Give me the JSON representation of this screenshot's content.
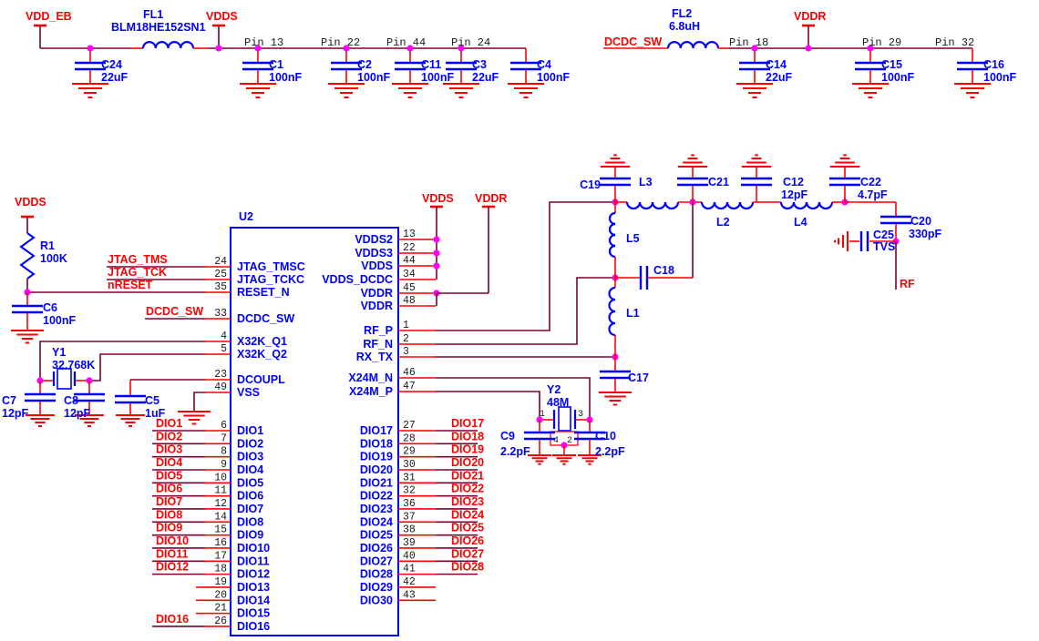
{
  "colors": {
    "wire": "#7A0033",
    "stub": "#FF0000",
    "symbol": "#0000FF",
    "junction": "#FF00FF",
    "text_net": "#FF0000",
    "text_component": "#0000FF",
    "text_pin": "#1a1a1a",
    "background": "#FFFFFF"
  },
  "nets": {
    "vdd_eb": "VDD_EB",
    "vdds_top": "VDDS",
    "dcdc_sw": "DCDC_SW",
    "vddr_top": "VDDR",
    "vdds_r1": "VDDS",
    "vdds_u2": "VDDS",
    "vddr_u2": "VDDR",
    "rf": "RF",
    "jtag_tms": "JTAG_TMS",
    "jtag_tck": "JTAG_TCK",
    "nreset": "nRESET",
    "dcdc_sw_pin": "DCDC_SW"
  },
  "rails": {
    "left": {
      "pins": [
        "",
        "Pin 13",
        "Pin 22",
        "Pin 44",
        "Pin 24",
        ""
      ],
      "caps": [
        {
          "ref": "C24",
          "value": "22uF"
        },
        {
          "ref": "C1",
          "value": "100nF"
        },
        {
          "ref": "C2",
          "value": "100nF"
        },
        {
          "ref": "C11",
          "value": "100nF"
        },
        {
          "ref": "C3",
          "value": "22uF"
        },
        {
          "ref": "C4",
          "value": "100nF"
        }
      ],
      "ferrite": {
        "ref": "FL1",
        "value": "BLM18HE152SN1"
      }
    },
    "right": {
      "pins": [
        "Pin 18",
        "Pin 29",
        "Pin 32"
      ],
      "caps": [
        {
          "ref": "C14",
          "value": "22uF"
        },
        {
          "ref": "C15",
          "value": "100nF"
        },
        {
          "ref": "C16",
          "value": "100nF"
        }
      ],
      "ferrite": {
        "ref": "FL2",
        "value": "6.8uH"
      }
    }
  },
  "u2": {
    "ref": "U2",
    "left_pins": [
      {
        "num": "24",
        "name": "JTAG_TMSC"
      },
      {
        "num": "25",
        "name": "JTAG_TCKC"
      },
      {
        "num": "35",
        "name": "RESET_N"
      },
      {
        "num": "33",
        "name": "DCDC_SW"
      },
      {
        "num": "4",
        "name": "X32K_Q1"
      },
      {
        "num": "5",
        "name": "X32K_Q2"
      },
      {
        "num": "23",
        "name": "DCOUPL"
      },
      {
        "num": "49",
        "name": "VSS"
      },
      {
        "num": "6",
        "name": "DIO1",
        "net": "DIO1"
      },
      {
        "num": "7",
        "name": "DIO2",
        "net": "DIO2"
      },
      {
        "num": "8",
        "name": "DIO3",
        "net": "DIO3"
      },
      {
        "num": "9",
        "name": "DIO4",
        "net": "DIO4"
      },
      {
        "num": "10",
        "name": "DIO5",
        "net": "DIO5"
      },
      {
        "num": "11",
        "name": "DIO6",
        "net": "DIO6"
      },
      {
        "num": "12",
        "name": "DIO7",
        "net": "DIO7"
      },
      {
        "num": "14",
        "name": "DIO8",
        "net": "DIO8"
      },
      {
        "num": "15",
        "name": "DIO9",
        "net": "DIO9"
      },
      {
        "num": "16",
        "name": "DIO10",
        "net": "DIO10"
      },
      {
        "num": "17",
        "name": "DIO11",
        "net": "DIO11"
      },
      {
        "num": "18",
        "name": "DIO12",
        "net": "DIO12"
      },
      {
        "num": "19",
        "name": "DIO13"
      },
      {
        "num": "20",
        "name": "DIO14"
      },
      {
        "num": "21",
        "name": "DIO15"
      },
      {
        "num": "26",
        "name": "DIO16",
        "net": "DIO16"
      }
    ],
    "right_pins": [
      {
        "num": "13",
        "name": "VDDS2"
      },
      {
        "num": "22",
        "name": "VDDS3"
      },
      {
        "num": "44",
        "name": "VDDS"
      },
      {
        "num": "34",
        "name": "VDDS_DCDC"
      },
      {
        "num": "45",
        "name": "VDDR"
      },
      {
        "num": "48",
        "name": "VDDR"
      },
      {
        "num": "1",
        "name": "RF_P"
      },
      {
        "num": "2",
        "name": "RF_N"
      },
      {
        "num": "3",
        "name": "RX_TX"
      },
      {
        "num": "46",
        "name": "X24M_N"
      },
      {
        "num": "47",
        "name": "X24M_P"
      },
      {
        "num": "27",
        "name": "DIO17",
        "net": "DIO17"
      },
      {
        "num": "28",
        "name": "DIO18",
        "net": "DIO18"
      },
      {
        "num": "29",
        "name": "DIO19",
        "net": "DIO19"
      },
      {
        "num": "30",
        "name": "DIO20",
        "net": "DIO20"
      },
      {
        "num": "31",
        "name": "DIO21",
        "net": "DIO21"
      },
      {
        "num": "32",
        "name": "DIO22",
        "net": "DIO22"
      },
      {
        "num": "36",
        "name": "DIO23",
        "net": "DIO23"
      },
      {
        "num": "37",
        "name": "DIO24",
        "net": "DIO24"
      },
      {
        "num": "38",
        "name": "DIO25",
        "net": "DIO25"
      },
      {
        "num": "39",
        "name": "DIO26",
        "net": "DIO26"
      },
      {
        "num": "40",
        "name": "DIO27",
        "net": "DIO27"
      },
      {
        "num": "41",
        "name": "DIO28",
        "net": "DIO28"
      },
      {
        "num": "42",
        "name": "DIO29"
      },
      {
        "num": "43",
        "name": "DIO30"
      }
    ]
  },
  "components": {
    "r1": {
      "ref": "R1",
      "value": "100K"
    },
    "c6": {
      "ref": "C6",
      "value": "100nF"
    },
    "y1": {
      "ref": "Y1",
      "value": "32.768K"
    },
    "c7": {
      "ref": "C7",
      "value": "12pF"
    },
    "c8": {
      "ref": "C8",
      "value": "12pF"
    },
    "c5": {
      "ref": "C5",
      "value": "1uF"
    },
    "y2": {
      "ref": "Y2",
      "value": "48M",
      "pads": {
        "p1": "1",
        "p3": "3",
        "p4": "4",
        "p2": "2"
      }
    },
    "c9": {
      "ref": "C9",
      "value": "2.2pF"
    },
    "c10": {
      "ref": "C10",
      "value": "2.2pF"
    },
    "c17": {
      "ref": "C17"
    },
    "c18": {
      "ref": "C18"
    },
    "c19": {
      "ref": "C19"
    },
    "c21": {
      "ref": "C21"
    },
    "c12": {
      "ref": "C12",
      "value": "12pF"
    },
    "c22": {
      "ref": "C22",
      "value": "4.7pF"
    },
    "c20": {
      "ref": "C20",
      "value": "330pF"
    },
    "c25": {
      "ref": "C25",
      "value": "TVS"
    },
    "l1": {
      "ref": "L1"
    },
    "l2": {
      "ref": "L2"
    },
    "l3": {
      "ref": "L3"
    },
    "l4": {
      "ref": "L4"
    },
    "l5": {
      "ref": "L5"
    }
  }
}
